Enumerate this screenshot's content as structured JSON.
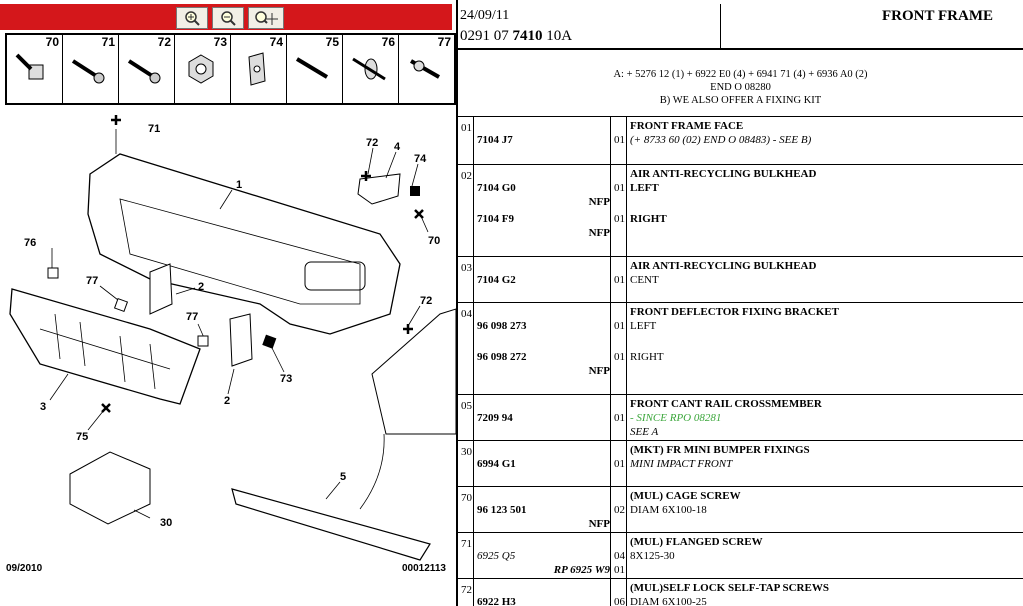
{
  "toolbar": {
    "zoom_in": "zoom-in-icon",
    "zoom_out": "zoom-out-icon",
    "zoom_pan": "zoom-pan-icon",
    "bg": "#d4171b"
  },
  "parts_strip": [
    "70",
    "71",
    "72",
    "73",
    "74",
    "75",
    "76",
    "77"
  ],
  "diagram": {
    "callouts": [
      "71",
      "1",
      "72",
      "4",
      "74",
      "70",
      "76",
      "77",
      "2",
      "77",
      "72",
      "73",
      "2",
      "3",
      "75",
      "5",
      "30"
    ],
    "date": "09/2010",
    "ref": "00012113"
  },
  "header": {
    "date": "24/09/11",
    "code_prefix": "0291 07 ",
    "code_bold": "7410",
    "code_suffix": " 10A",
    "title": "FRONT FRAME"
  },
  "notes": {
    "line1": "A: + 5276 12 (1) + 6922 E0 (4) + 6941 71 (4) + 6936 A0 (2)",
    "line2": "END O 08280",
    "line3": "B) WE ALSO OFFER A FIXING KIT"
  },
  "rows": [
    {
      "num": "01",
      "ref": "7104 J7",
      "qty": "01",
      "title": "FRONT FRAME FACE",
      "detail": "(+ 8733 60 (02) END O 08483) - SEE B)"
    },
    {
      "num": "02",
      "ref1": "7104 G0",
      "nfp1": "NFP",
      "qty1": "01",
      "title": "AIR ANTI-RECYCLING BULKHEAD",
      "side1": "LEFT",
      "ref2": "7104 F9",
      "nfp2": "NFP",
      "qty2": "01",
      "side2": "RIGHT"
    },
    {
      "num": "03",
      "ref": "7104 G2",
      "qty": "01",
      "title": "AIR ANTI-RECYCLING BULKHEAD",
      "side": "CENT"
    },
    {
      "num": "04",
      "ref1": "96 098 273",
      "qty1": "01",
      "title": "FRONT DEFLECTOR FIXING BRACKET",
      "side1": "LEFT",
      "ref2": "96 098 272",
      "nfp2": "NFP",
      "qty2": "01",
      "side2": "RIGHT"
    },
    {
      "num": "05",
      "ref": "7209 94",
      "qty": "01",
      "title": "FRONT CANT RAIL CROSSMEMBER",
      "green": "- SINCE RPO 08281",
      "detail": "SEE A"
    },
    {
      "num": "30",
      "ref": "6994 G1",
      "qty": "01",
      "title": "(MKT) FR MINI BUMPER FIXINGS",
      "detail": "MINI IMPACT FRONT"
    },
    {
      "num": "70",
      "ref": "96 123 501",
      "nfp": "NFP",
      "qty": "02",
      "title": "(MUL) CAGE SCREW",
      "detail": "DIAM 6X100-18"
    },
    {
      "num": "71",
      "ref": "6925 Q5",
      "qty": "04",
      "title": "(MUL) FLANGED SCREW",
      "detail": "8X125-30",
      "rp": "RP 6925 W9",
      "qty2": "01"
    },
    {
      "num": "72",
      "ref": "6922 H3",
      "qty": "06",
      "title": "(MUL)SELF LOCK SELF-TAP SCREWS",
      "detail": "DIAM 6X100-25"
    }
  ]
}
